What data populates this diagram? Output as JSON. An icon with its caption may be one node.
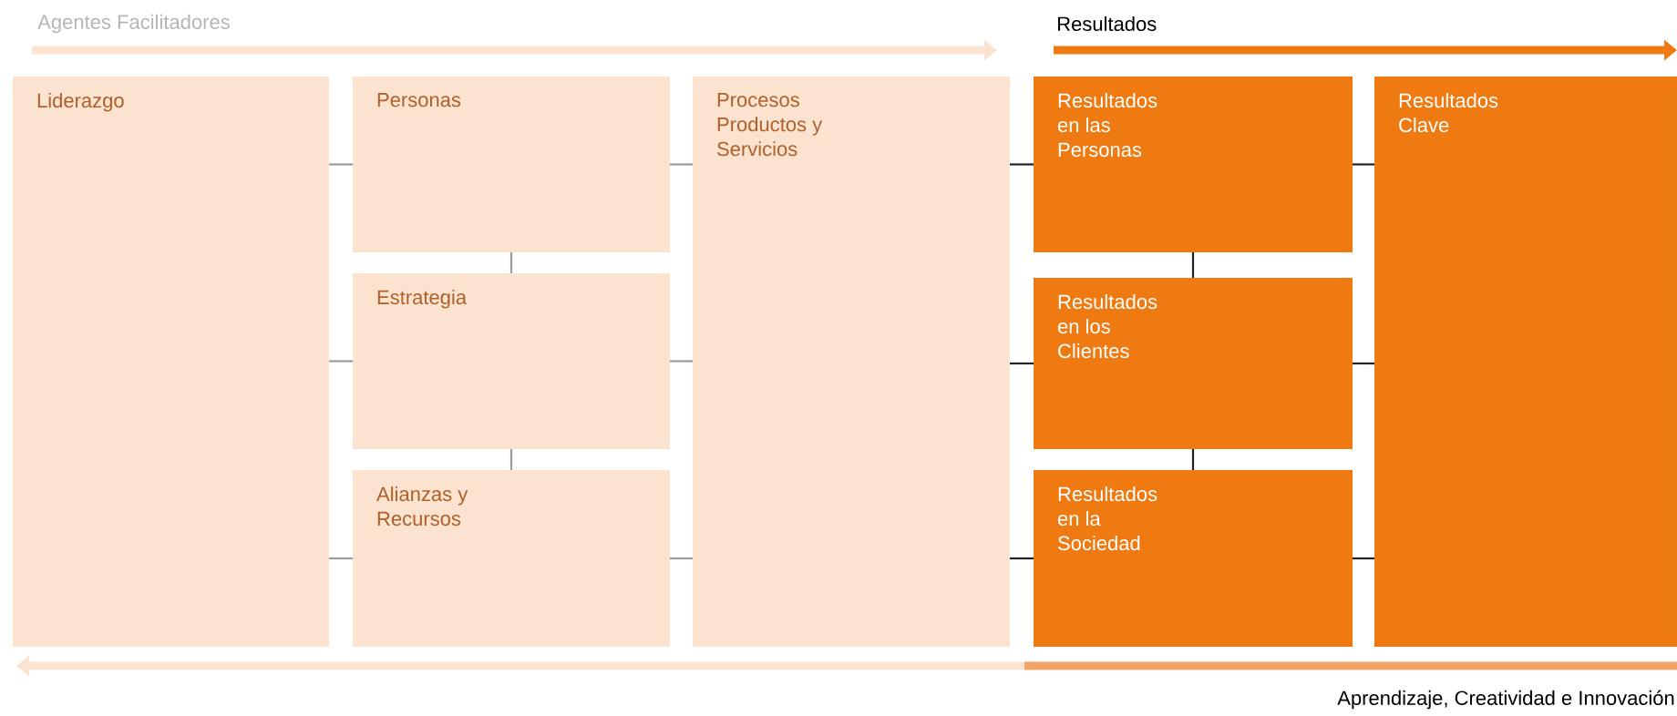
{
  "diagram": {
    "nodes": [
      {
        "text": [
          "Liderazgo"
        ]
      },
      {
        "text": [
          "Personas"
        ]
      },
      {
        "text": [
          "Estrategia"
        ]
      },
      {
        "text": [
          "Alianzas y Recursos"
        ]
      },
      {
        "text": [
          "Procesos Productos y Servicios"
        ]
      },
      {
        "text": [
          "Resultados en las Personas"
        ]
      },
      {
        "text": [
          "Resultados en los Clientes"
        ]
      },
      {
        "text": [
          "Resultados en la Sociedad"
        ]
      },
      {
        "text": [
          "Resultados Clave"
        ]
      }
    ],
    "edges": [
      {
        "from": 0,
        "to": 1,
        "arrow": "none"
      },
      {
        "from": 0,
        "to": 2,
        "arrow": "none"
      },
      {
        "from": 0,
        "to": 3,
        "arrow": "none"
      },
      {
        "from": 1,
        "to": 2,
        "arrow": "none"
      },
      {
        "from": 2,
        "to": 3,
        "arrow": "none"
      },
      {
        "from": 1,
        "to": 4,
        "arrow": "none"
      },
      {
        "from": 2,
        "to": 4,
        "arrow": "none"
      },
      {
        "from": 3,
        "to": 4,
        "arrow": "none"
      },
      {
        "from": 4,
        "to": 5,
        "arrow": "none",
        "color": "#222222"
      },
      {
        "from": 4,
        "to": 6,
        "arrow": "none",
        "color": "#222222"
      },
      {
        "from": 4,
        "to": 7,
        "arrow": "none",
        "color": "#222222"
      },
      {
        "from": 5,
        "to": 6,
        "arrow": "none",
        "color": "#222222"
      },
      {
        "from": 6,
        "to": 7,
        "arrow": "none",
        "color": "#222222"
      },
      {
        "from": 5,
        "to": 8,
        "arrow": "none",
        "color": "#222222"
      },
      {
        "from": 6,
        "to": 8,
        "arrow": "none",
        "color": "#222222"
      },
      {
        "from": 7,
        "to": 8,
        "arrow": "none",
        "color": "#222222"
      }
    ],
    "labels": [
      "Agentes Facilitadores",
      "Resultados",
      "Aprendizaje, Creatividad e Innovación"
    ]
  }
}
